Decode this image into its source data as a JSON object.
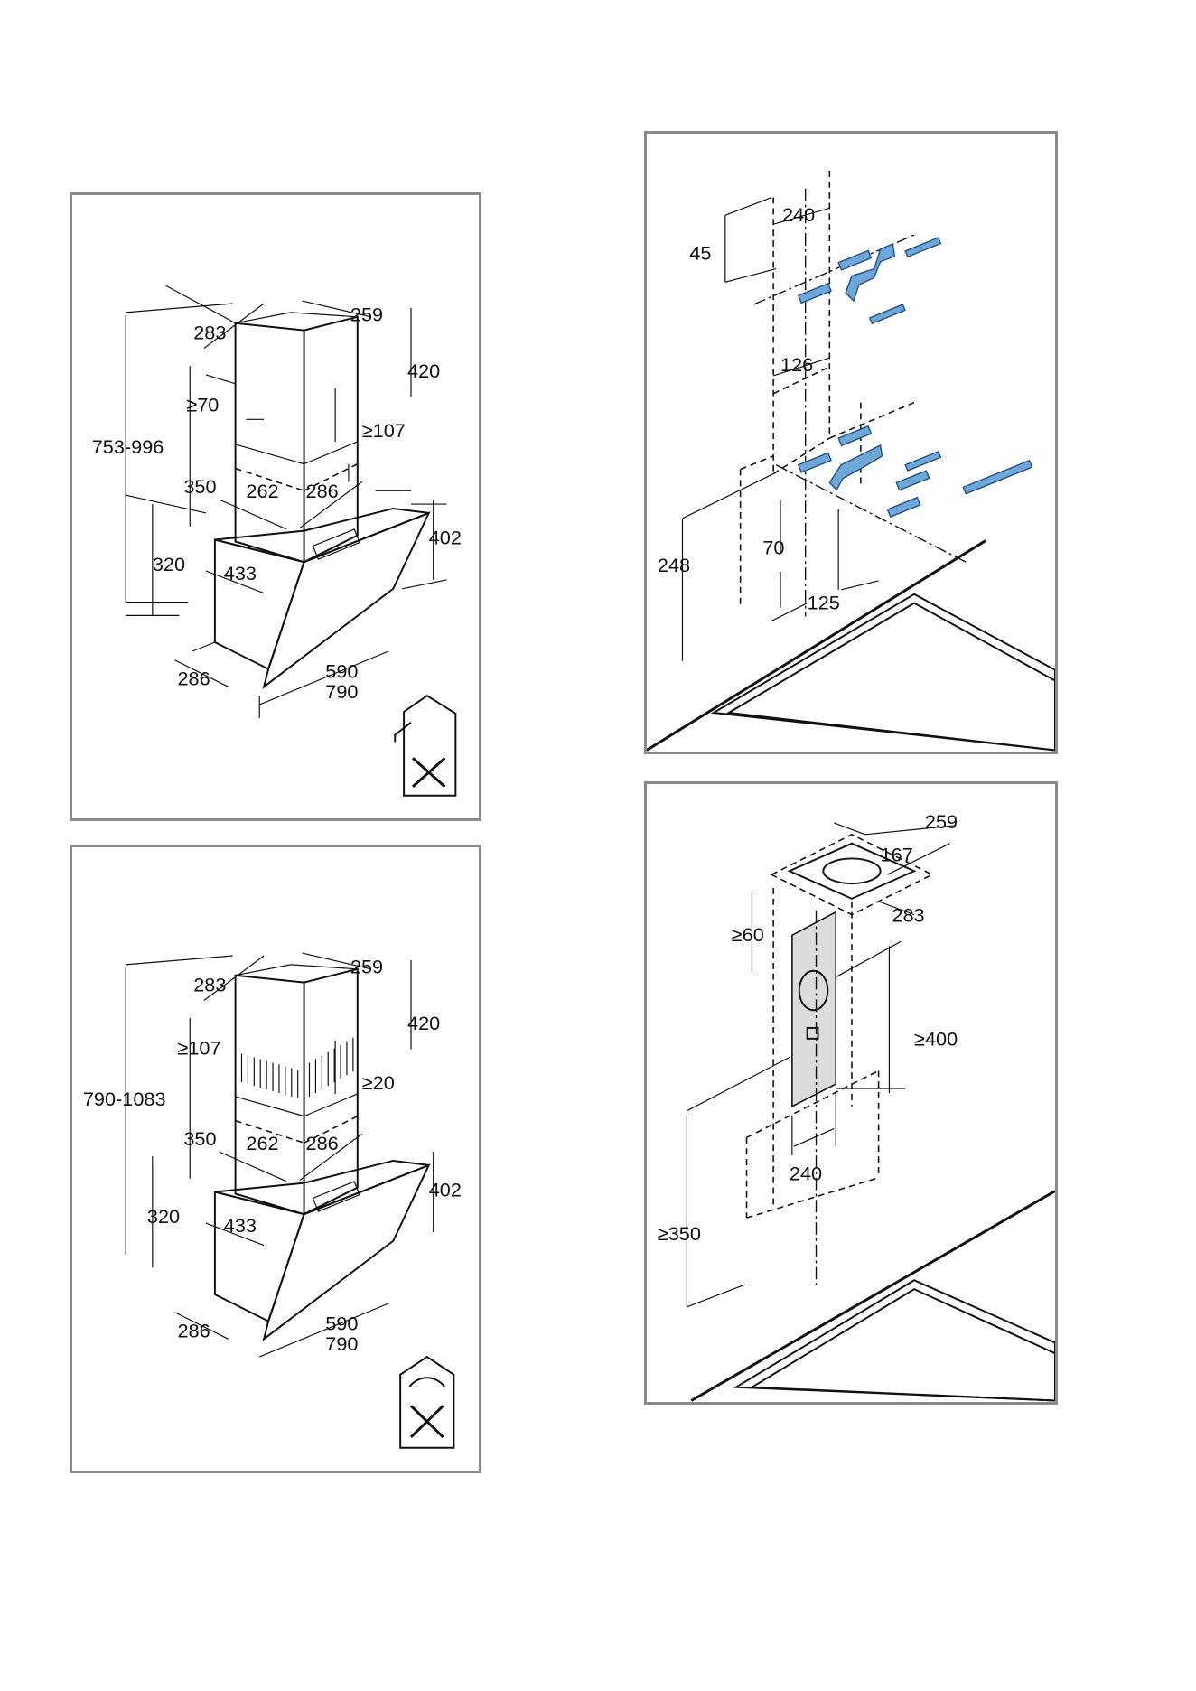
{
  "panels": {
    "tl": {
      "dims": [
        "283",
        "259",
        "420",
        "753-996",
        "≥70",
        "≥107",
        "350",
        "262",
        "286",
        "402",
        "320",
        "433",
        "286",
        "590",
        "790"
      ]
    },
    "bl": {
      "dims": [
        "283",
        "259",
        "420",
        "790-1083",
        "≥107",
        "≥20",
        "350",
        "262",
        "286",
        "402",
        "320",
        "433",
        "286",
        "590",
        "790"
      ]
    },
    "tr": {
      "dims": [
        "240",
        "45",
        "126",
        "248",
        "70",
        "125"
      ]
    },
    "br": {
      "dims": [
        "259",
        "167",
        "283",
        "≥60",
        "≥400",
        "240",
        "≥350"
      ]
    }
  },
  "icons": {
    "tl": "exhaust-air-mode-icon",
    "bl": "recirculation-mode-icon"
  },
  "colors": {
    "frame": "#8a8a8a",
    "bracket": "#6fa8d6"
  }
}
